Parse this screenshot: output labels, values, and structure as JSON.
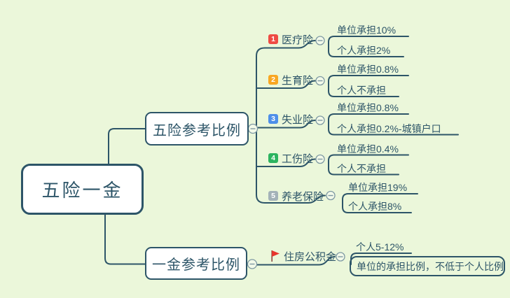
{
  "canvas": {
    "bg_color": "#ebf7da",
    "line_color": "#2d5568"
  },
  "root": {
    "label": "五险一金"
  },
  "branches": {
    "five": {
      "label": "五险参考比例"
    },
    "one": {
      "label": "一金参考比例"
    }
  },
  "insurances": [
    {
      "num": "1",
      "badge_color": "#ee4b43",
      "label": "医疗险",
      "employer": "单位承担10%",
      "personal": "个人承担2%"
    },
    {
      "num": "2",
      "badge_color": "#f8a722",
      "label": "生育险",
      "employer": "单位承担0.8%",
      "personal": "个人不承担"
    },
    {
      "num": "3",
      "badge_color": "#4e8fe9",
      "label": "失业险",
      "employer": "单位承担0.8%",
      "personal": "个人承担0.2%-城镇户口"
    },
    {
      "num": "4",
      "badge_color": "#2cb45f",
      "label": "工伤险",
      "employer": "单位承担0.4%",
      "personal": "个人不承担"
    },
    {
      "num": "5",
      "badge_color": "#a3b2b8",
      "label": "养老保险",
      "employer": "单位承担19%",
      "personal": "个人承担8%"
    }
  ],
  "fund": {
    "label": "住房公积金",
    "personal": "个人5-12%",
    "employer_note": "单位的承担比例，不低于个人比例"
  }
}
